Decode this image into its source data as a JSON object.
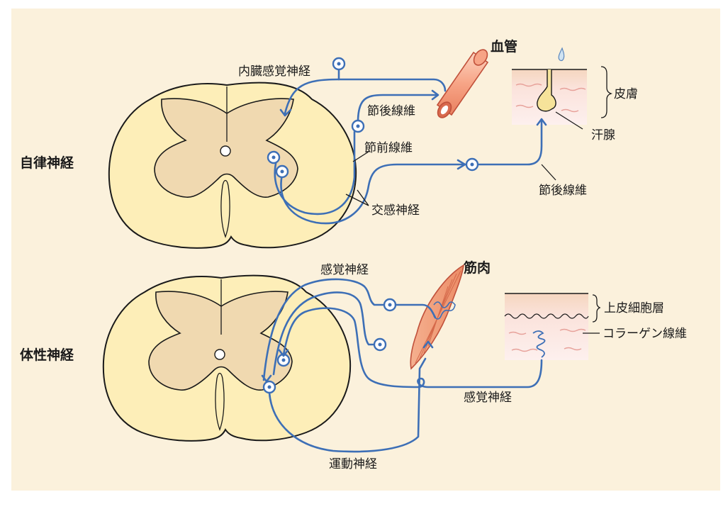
{
  "sections": {
    "autonomic": "自律神経",
    "somatic": "体性神経"
  },
  "autonomic_labels": {
    "visceral_sensory": "内臓感覚神経",
    "blood_vessel": "血管",
    "postganglionic_upper": "節後線維",
    "preganglionic": "節前線維",
    "sympathetic": "交感神経",
    "postganglionic_lower": "節後線維",
    "skin": "皮膚",
    "sweat_gland": "汗腺"
  },
  "somatic_labels": {
    "sensory_upper": "感覚神経",
    "muscle": "筋肉",
    "epidermis": "上皮細胞層",
    "collagen": "コラーゲン線維",
    "sensory_lower": "感覚神経",
    "motor": "運動神経"
  },
  "colors": {
    "background": "#fbf1dc",
    "nerve": "#3d6fb6",
    "white_matter": "#fdeeb8",
    "gray_matter": "#f0d9b0",
    "vessel": "#f7a486",
    "muscle": "#f2a07e",
    "skin": "#fbe0de"
  }
}
